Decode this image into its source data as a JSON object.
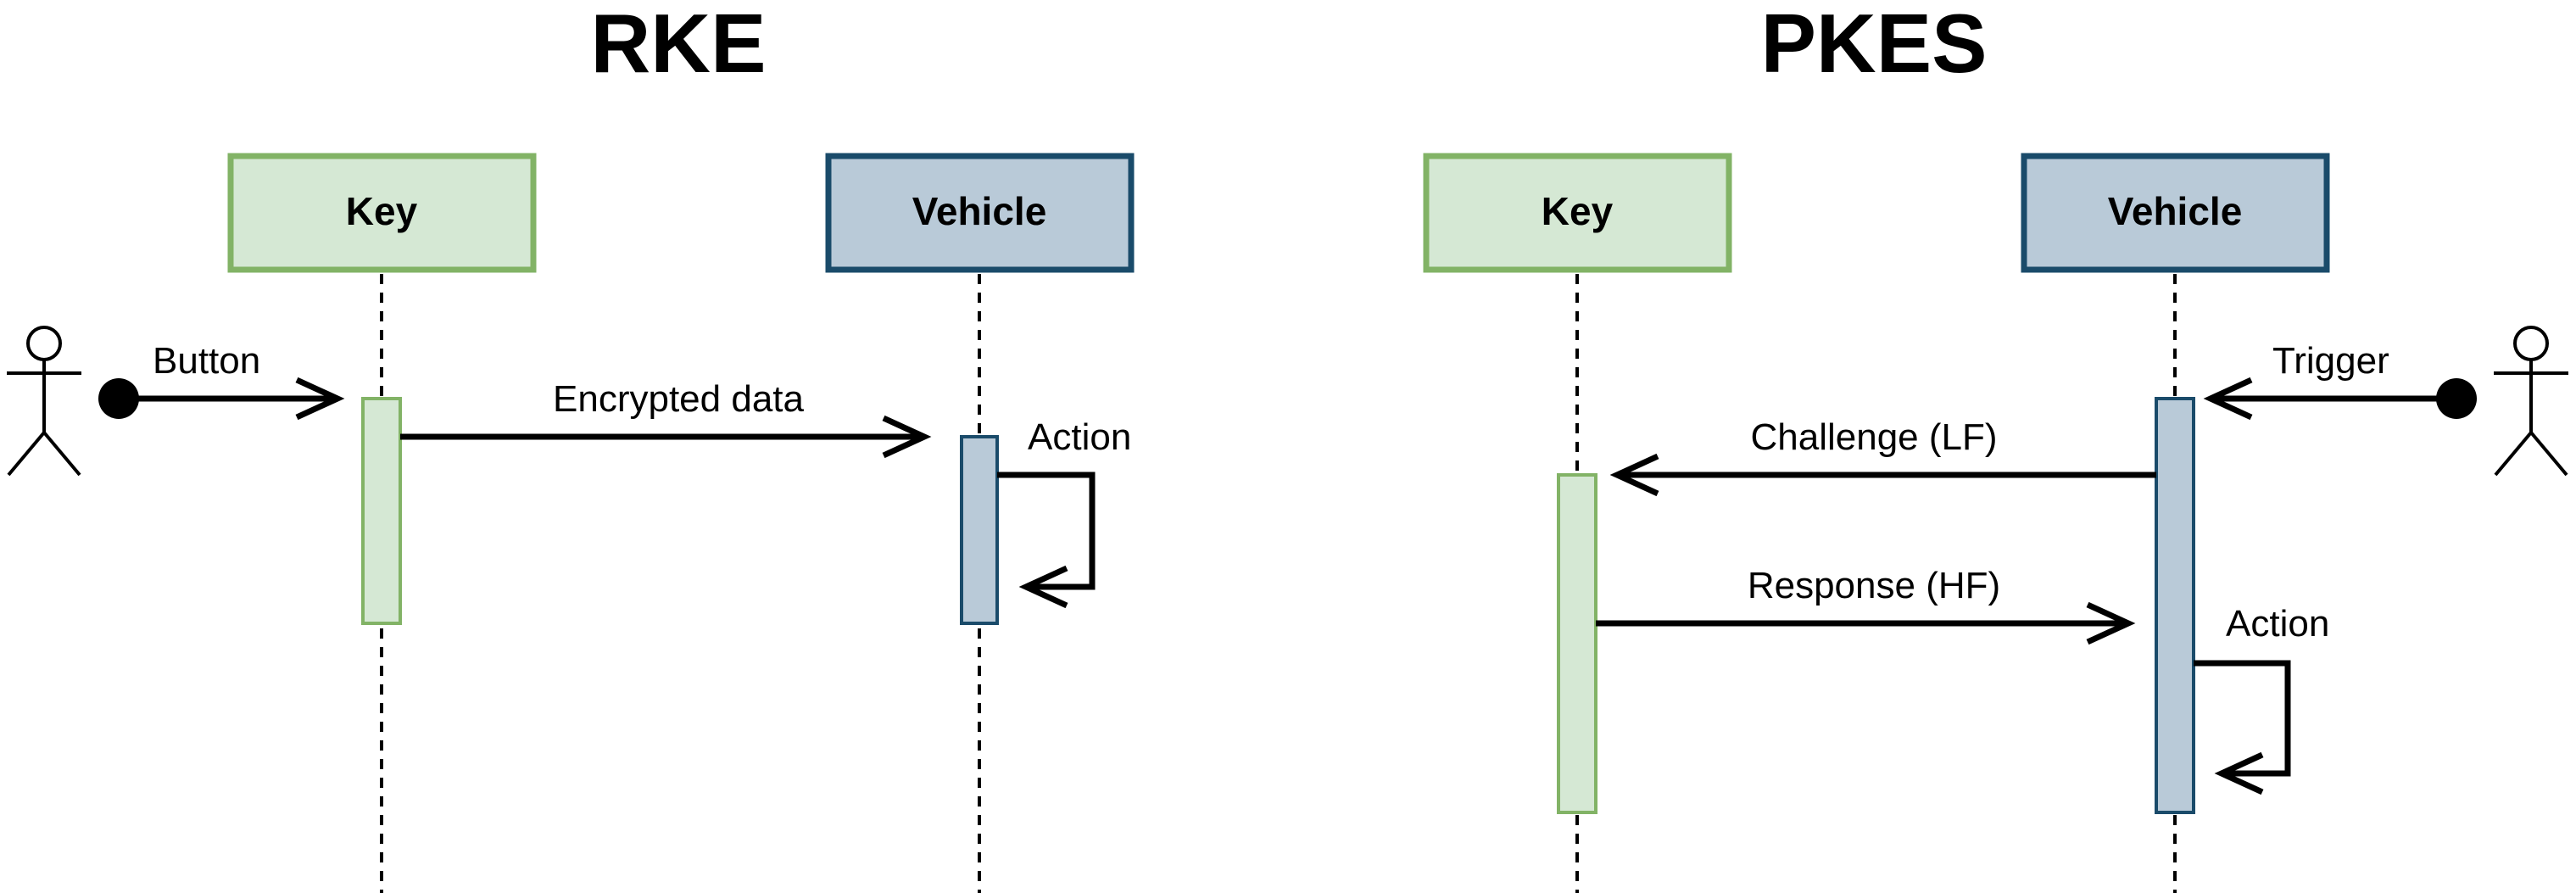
{
  "rke": {
    "title": "RKE",
    "key_label": "Key",
    "vehicle_label": "Vehicle",
    "button_label": "Button",
    "encrypted_label": "Encrypted data",
    "action_label": "Action"
  },
  "pkes": {
    "title": "PKES",
    "key_label": "Key",
    "vehicle_label": "Vehicle",
    "trigger_label": "Trigger",
    "challenge_label": "Challenge (LF)",
    "response_label": "Response (HF)",
    "action_label": "Action"
  },
  "colors": {
    "key_fill": "#d5e8d4",
    "key_stroke": "#82b366",
    "vehicle_fill": "#b9cad8",
    "vehicle_stroke": "#1a4b6a"
  }
}
